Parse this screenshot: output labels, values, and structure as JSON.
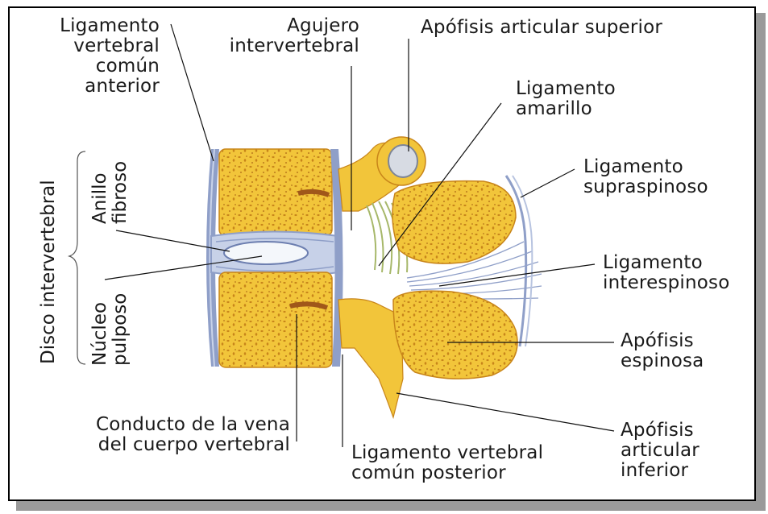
{
  "labels": {
    "lig_vert_anterior": [
      "Ligamento",
      "vertebral",
      "común",
      "anterior"
    ],
    "agujero": [
      "Agujero",
      "intervertebral"
    ],
    "apofisis_sup": "Apófisis articular superior",
    "lig_amarillo": [
      "Ligamento",
      "amarillo"
    ],
    "lig_supraspinoso": [
      "Ligamento",
      "supraspinoso"
    ],
    "lig_interespinoso": [
      "Ligamento",
      "interespinoso"
    ],
    "apofisis_espinosa": [
      "Apófisis",
      "espinosa"
    ],
    "apofisis_inf": [
      "Apófisis",
      "articular",
      "inferior"
    ],
    "lig_posterior": [
      "Ligamento vertebral",
      "común posterior"
    ],
    "conducto_vena": [
      "Conducto de la vena",
      "del cuerpo vertebral"
    ],
    "disco": "Disco intervertebral",
    "anillo": [
      "Anillo",
      "fibroso"
    ],
    "nucleo": [
      "Núcleo",
      "pulposo"
    ]
  },
  "colors": {
    "bone": "#f2c53a",
    "bone_light": "#f7dc6e",
    "pore": "#c8851a",
    "ligament": "#8f9fc8",
    "disc": "#dfe6f2"
  }
}
